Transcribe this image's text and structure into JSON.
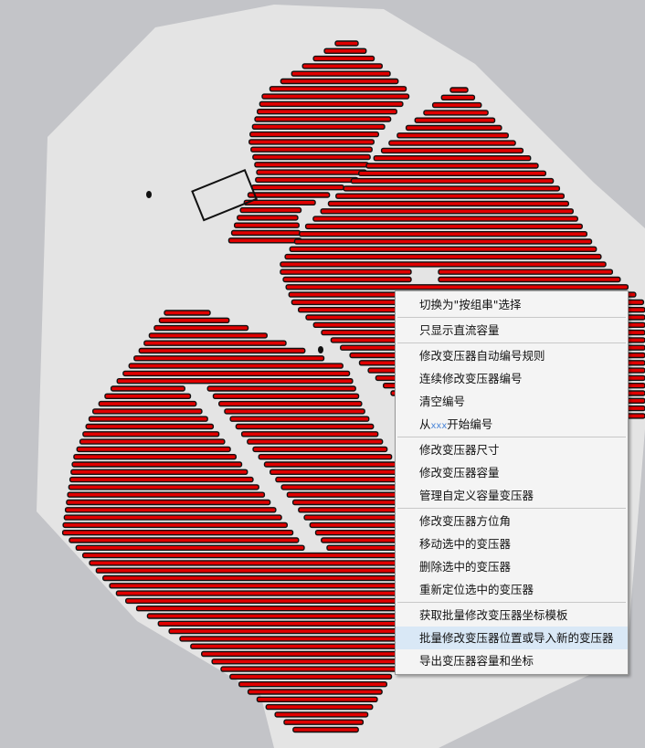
{
  "colors": {
    "panel_fill": "#e00000",
    "panel_border": "#111111",
    "site_fill": "#e4e4e4",
    "background": "#c3c4c8",
    "menu_highlight": "#d9e8f6"
  },
  "context_menu": {
    "groups": [
      [
        {
          "label": "切换为\"按组串\"选择"
        }
      ],
      [
        {
          "label": "只显示直流容量"
        }
      ],
      [
        {
          "label": "修改变压器自动编号规则"
        },
        {
          "label": "连续修改变压器编号"
        },
        {
          "label": "清空编号"
        },
        {
          "label_prefix": "从",
          "label_placeholder": "xxx",
          "label_suffix": "开始编号"
        }
      ],
      [
        {
          "label": "修改变压器尺寸"
        },
        {
          "label": "修改变压器容量"
        },
        {
          "label": "管理自定义容量变压器"
        }
      ],
      [
        {
          "label": "修改变压器方位角"
        },
        {
          "label": "移动选中的变压器"
        },
        {
          "label": "删除选中的变压器"
        },
        {
          "label": "重新定位选中的变压器"
        }
      ],
      [
        {
          "label": "获取批量修改变压器坐标模板"
        },
        {
          "label": "批量修改变压器位置或导入新的变压器",
          "highlighted": true
        },
        {
          "label": "导出变压器容量和坐标"
        }
      ]
    ]
  }
}
